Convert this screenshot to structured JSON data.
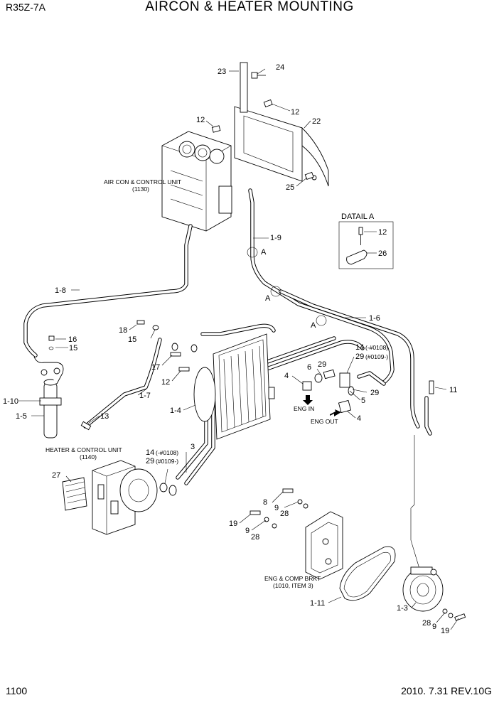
{
  "header": {
    "model": "R35Z-7A",
    "title": "AIRCON & HEATER MOUNTING"
  },
  "footer": {
    "page_number": "1100",
    "date_revision": "2010. 7.31  REV.10G"
  },
  "components": {
    "aircon_unit": [
      "AIR CON & CONTROL UNIT",
      "(1130)"
    ],
    "heater_unit": [
      "HEATER & CONTROL UNIT",
      "(1140)"
    ],
    "eng_comp_bracket": [
      "ENG & COMP BRKT",
      "(1010, ITEM 3)"
    ],
    "detail_title": "DATAIL A",
    "eng_in": "ENG IN",
    "eng_out": "ENG OUT",
    "detail_marker": "A"
  },
  "callouts": {
    "c23": "23",
    "c24": "24",
    "c12a": "12",
    "c12b": "12",
    "c22": "22",
    "c25": "25",
    "c19": "1-9",
    "c18": "1-8",
    "c16": "16",
    "c15a": "15",
    "c18b": "18",
    "c15b": "15",
    "c17": "17",
    "c12c": "12",
    "c110": "1-10",
    "c15": "1-5",
    "c13": "13",
    "c17b": "1-7",
    "c14": "1-4",
    "c6": "6",
    "c29a": "29",
    "c4a": "4",
    "c14t": "14",
    "c14t_note": "(-#0108)",
    "c29t": "29",
    "c29t_note": "(#0109-)",
    "c16b": "1-6",
    "c29b": "29",
    "c5": "5",
    "c4b": "4",
    "c11": "11",
    "c12d": "12",
    "c26": "26",
    "c27": "27",
    "c3": "3",
    "c14h": "14",
    "c14h_note": "(-#0108)",
    "c29h": "29",
    "c29h_note": "(#0109-)",
    "c8": "8",
    "c9a": "9",
    "c28a": "28",
    "c19a": "19",
    "c9b": "9",
    "c28b": "28",
    "c111": "1-11",
    "c13b": "1-3",
    "c28c": "28",
    "c9c": "9",
    "c19b": "19"
  }
}
